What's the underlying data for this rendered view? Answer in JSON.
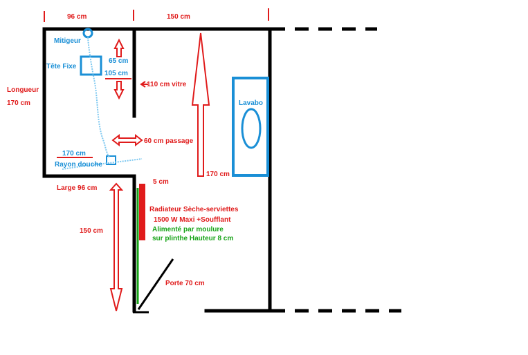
{
  "colors": {
    "wall": "#000000",
    "dimension": "#e01b1b",
    "fixture": "#1a8fd6",
    "molding": "#16a316",
    "background": "#ffffff"
  },
  "dimensions": {
    "top_left": "96 cm",
    "top_right": "150 cm",
    "shower_length_word": "Longueur",
    "shower_length_value": "170 cm",
    "shower_width": "Large 96 cm",
    "head_height_low": "65 cm",
    "head_height_high": "105 cm",
    "glass": "110 cm vitre",
    "passage": "60 cm passage",
    "rayon_span": "170 cm",
    "corridor_length": "150 cm",
    "right_length": "170 cm",
    "radiator_gap": "5 cm",
    "door": "Porte 70 cm"
  },
  "fixtures": {
    "mixer": "Mitigeur",
    "fixed_head": "Tête Fixe",
    "shower_reach": "Rayon douche",
    "sink": "Lavabo"
  },
  "notes": {
    "radiator_line1": "Radiateur Sèche-serviettes",
    "radiator_line2": "1500 W  Maxi +Soufflant",
    "power_line1": "Alimenté par moulure",
    "power_line2": "sur plinthe  Hauteur 8 cm"
  }
}
